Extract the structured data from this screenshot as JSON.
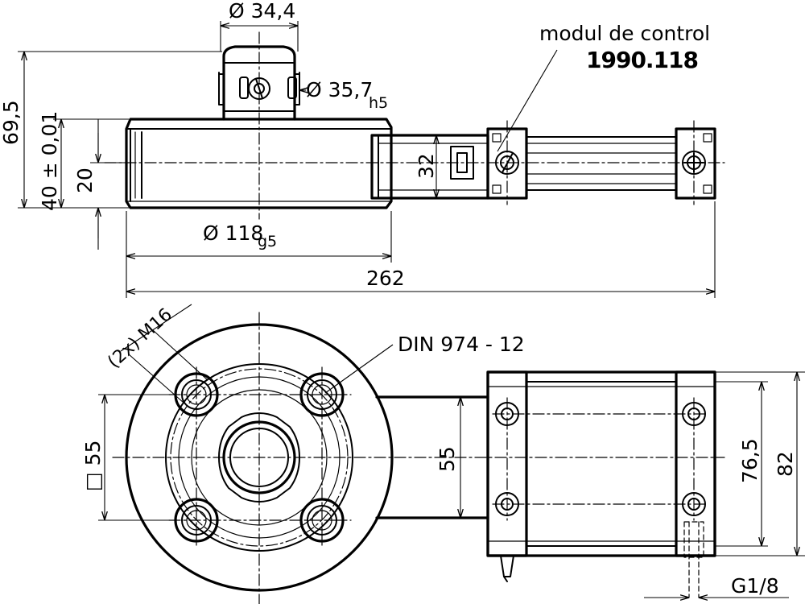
{
  "callouts": {
    "module_label": "modul de control",
    "module_number": "1990.118",
    "din": "DIN 974 - 12",
    "thread": "(2x) M16"
  },
  "dimensions": {
    "top_dia": "Ø 34,4",
    "mid_dia": "Ø 35,7",
    "mid_dia_tol": "h5",
    "flange_dia": "Ø 118",
    "flange_dia_tol": "g5",
    "total_length": "262",
    "height_total": "69,5",
    "height_body": "40 ± 0,01",
    "height_inner": "20",
    "arm_height": "32",
    "square": "□ 55",
    "bolt_spacing": "55",
    "block_inner": "76,5",
    "block_outer": "82",
    "port": "G1/8"
  }
}
